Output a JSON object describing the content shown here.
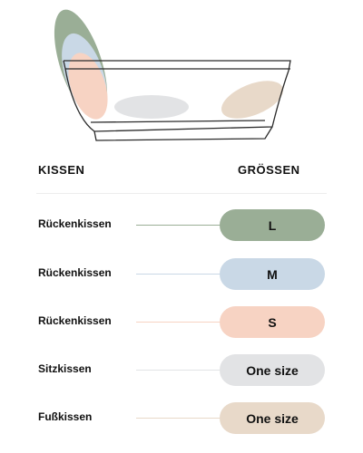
{
  "headers": {
    "left": "KISSEN",
    "right": "GRÖSSEN"
  },
  "rows": [
    {
      "label": "Rückenkissen",
      "size": "L",
      "color": "#9aae96",
      "line": "#9aae96"
    },
    {
      "label": "Rückenkissen",
      "size": "M",
      "color": "#c9d8e6",
      "line": "#c9d8e6"
    },
    {
      "label": "Rückenkissen",
      "size": "S",
      "color": "#f7d3c3",
      "line": "#f7d3c3"
    },
    {
      "label": "Sitzkissen",
      "size": "One size",
      "color": "#e2e3e5",
      "line": "#e2e3e5"
    },
    {
      "label": "Fußkissen",
      "size": "One size",
      "color": "#e8d9c9",
      "line": "#e8d9c9"
    }
  ],
  "illustration_colors": {
    "outline": "#2b2b2b",
    "cushion_l": "#9aae96",
    "cushion_m": "#c9d8e6",
    "cushion_s": "#f7d3c3",
    "seat": "#e2e3e5",
    "foot": "#e8d9c9"
  }
}
